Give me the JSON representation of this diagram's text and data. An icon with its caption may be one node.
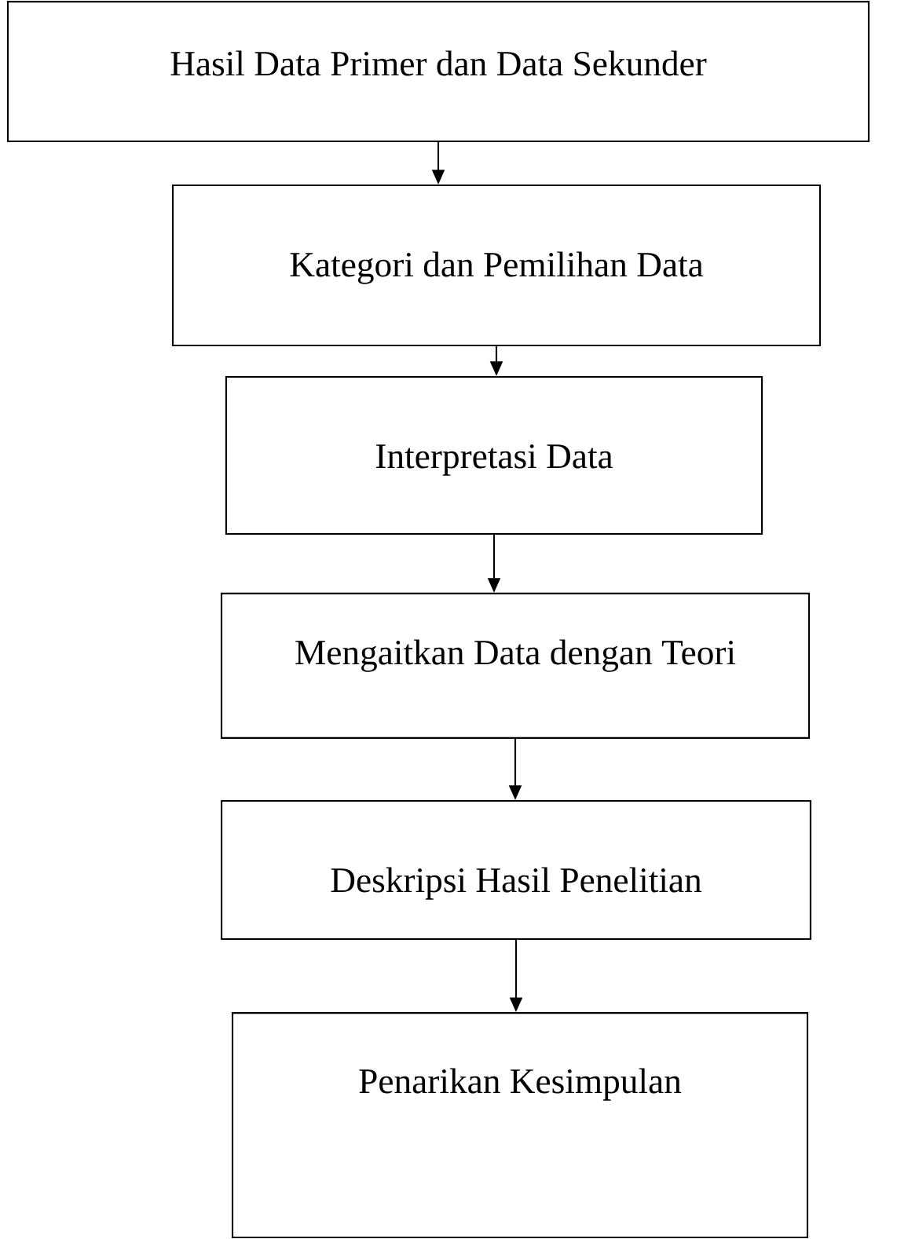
{
  "diagram": {
    "nodes": [
      {
        "text": [
          "Hasil Data Primer dan Data Sekunder"
        ]
      },
      {
        "text": [
          "Kategori dan Pemilihan Data"
        ]
      },
      {
        "text": [
          "Interpretasi Data"
        ]
      },
      {
        "text": [
          "Mengaitkan Data dengan Teori"
        ]
      },
      {
        "text": [
          "Deskripsi Hasil Penelitian"
        ]
      },
      {
        "text": [
          "Penarikan Kesimpulan"
        ]
      }
    ],
    "edges": [
      {
        "from": 0,
        "to": 1,
        "arrow": "to"
      },
      {
        "from": 1,
        "to": 2,
        "arrow": "to"
      },
      {
        "from": 2,
        "to": 3,
        "arrow": "to"
      },
      {
        "from": 3,
        "to": 4,
        "arrow": "to"
      },
      {
        "from": 4,
        "to": 5,
        "arrow": "to"
      }
    ]
  }
}
